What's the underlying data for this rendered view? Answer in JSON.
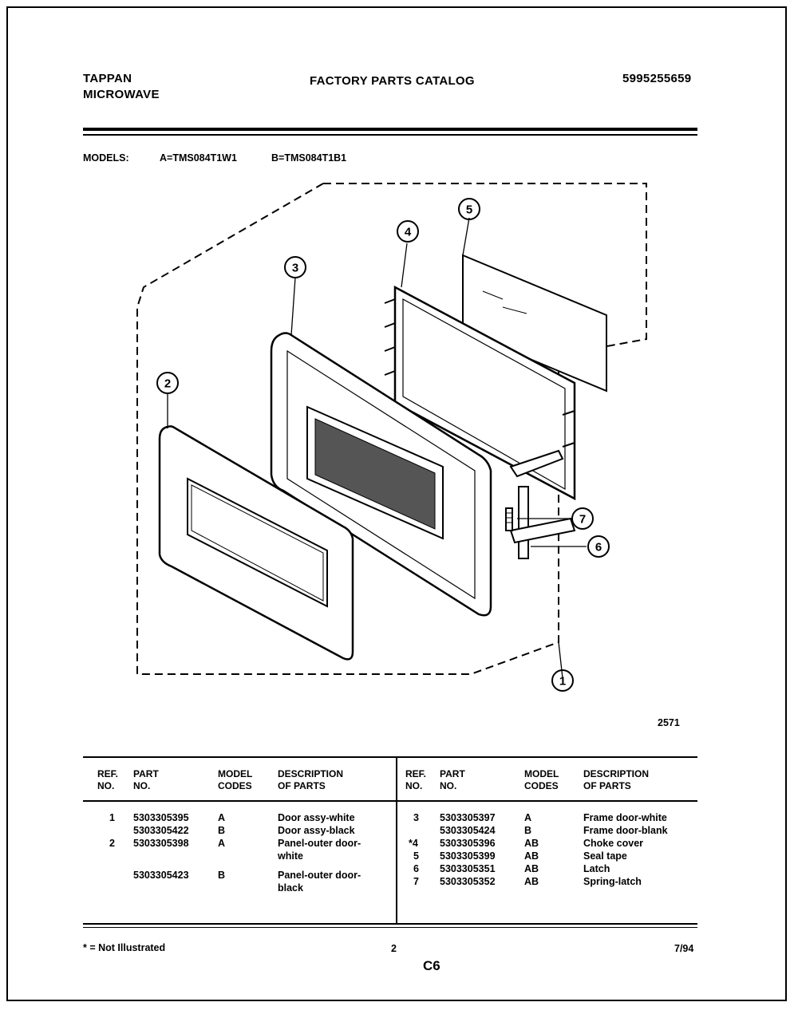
{
  "header": {
    "brand_line1": "TAPPAN",
    "brand_line2": "MICROWAVE",
    "title": "FACTORY PARTS CATALOG",
    "catalog_number": "5995255659"
  },
  "models": {
    "label": "MODELS:",
    "a": "A=TMS084T1W1",
    "b": "B=TMS084T1B1"
  },
  "diagram": {
    "callouts": [
      "1",
      "2",
      "3",
      "4",
      "5",
      "6",
      "7"
    ],
    "figure_number": "2571"
  },
  "table": {
    "headers": {
      "ref_no": [
        "REF.",
        "NO."
      ],
      "part_no": [
        "PART",
        "NO."
      ],
      "model_codes": [
        "MODEL",
        "CODES"
      ],
      "description": [
        "DESCRIPTION",
        "OF PARTS"
      ]
    },
    "left_rows": [
      {
        "ref": "1",
        "part": "5303305395",
        "codes": "A",
        "desc": [
          "Door assy-white"
        ]
      },
      {
        "ref": "",
        "part": "5303305422",
        "codes": "B",
        "desc": [
          "Door assy-black"
        ]
      },
      {
        "ref": "2",
        "part": "5303305398",
        "codes": "A",
        "desc": [
          "Panel-outer door-",
          "white"
        ]
      },
      {
        "ref": "",
        "part": "5303305423",
        "codes": "B",
        "desc": [
          "Panel-outer door-",
          "black"
        ]
      }
    ],
    "right_rows": [
      {
        "ref": "3",
        "part": "5303305397",
        "codes": "A",
        "desc": "Frame door-white"
      },
      {
        "ref": "",
        "part": "5303305424",
        "codes": "B",
        "desc": "Frame door-blank"
      },
      {
        "ref": "*4",
        "part": "5303305396",
        "codes": "AB",
        "desc": "Choke cover"
      },
      {
        "ref": "5",
        "part": "5303305399",
        "codes": "AB",
        "desc": "Seal tape"
      },
      {
        "ref": "6",
        "part": "5303305351",
        "codes": "AB",
        "desc": "Latch"
      },
      {
        "ref": "7",
        "part": "5303305352",
        "codes": "AB",
        "desc": "Spring-latch"
      }
    ]
  },
  "footer": {
    "note": "* = Not Illustrated",
    "page": "2",
    "section": "C6",
    "date": "7/94"
  }
}
